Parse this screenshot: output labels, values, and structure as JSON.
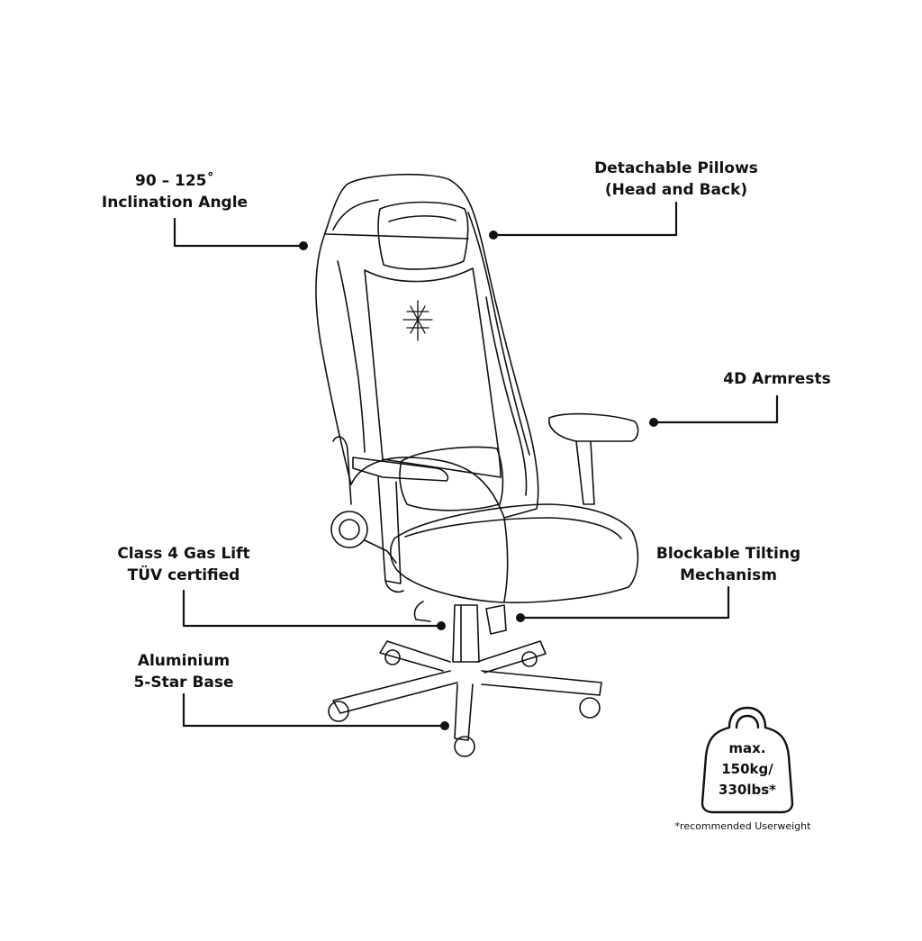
{
  "callouts": {
    "inclination": {
      "line1": "90 – 125˚",
      "line2": "Inclination Angle"
    },
    "pillows": {
      "line1": "Detachable Pillows",
      "line2": "(Head and Back)"
    },
    "armrests": {
      "line1": "4D Armrests"
    },
    "gaslift": {
      "line1": "Class 4 Gas Lift",
      "line2": "TÜV certified"
    },
    "tilting": {
      "line1": "Blockable Tilting",
      "line2": "Mechanism"
    },
    "base": {
      "line1": "Aluminium",
      "line2": "5-Star Base"
    }
  },
  "weight": {
    "line1": "max.",
    "line2": "150kg/",
    "line3": "330lbs*",
    "note": "*recommended Userweight"
  },
  "icons": [
    "chair-illustration",
    "weight-icon",
    "logo-emblem"
  ]
}
